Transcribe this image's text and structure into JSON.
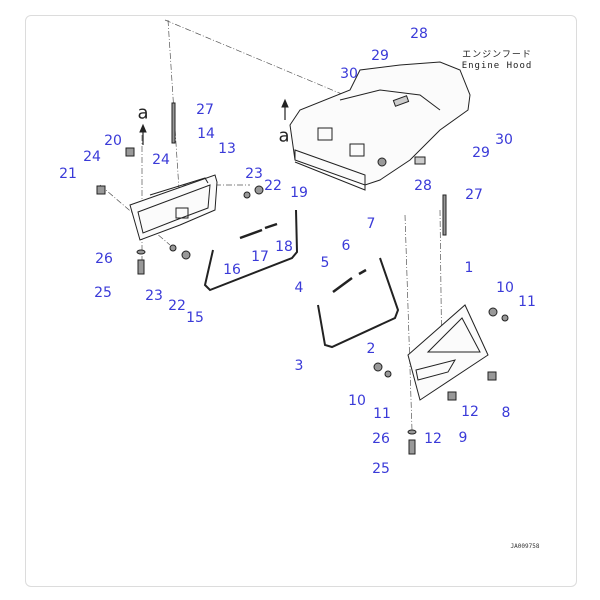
{
  "diagram": {
    "title_jp": "エンジンフード",
    "title_en": "Engine Hood",
    "drawing_code": "JA009758",
    "view_marker": "a",
    "callouts": [
      "27",
      "14",
      "13",
      "20",
      "24",
      "24",
      "21",
      "23",
      "22",
      "19",
      "18",
      "17",
      "16",
      "15",
      "22",
      "23",
      "26",
      "25",
      "28",
      "29",
      "30",
      "29",
      "30",
      "28",
      "27",
      "7",
      "6",
      "5",
      "4",
      "3",
      "1",
      "10",
      "11",
      "2",
      "10",
      "11",
      "12",
      "8",
      "12",
      "9",
      "26",
      "25"
    ],
    "label_color": "#3a3ad8"
  }
}
